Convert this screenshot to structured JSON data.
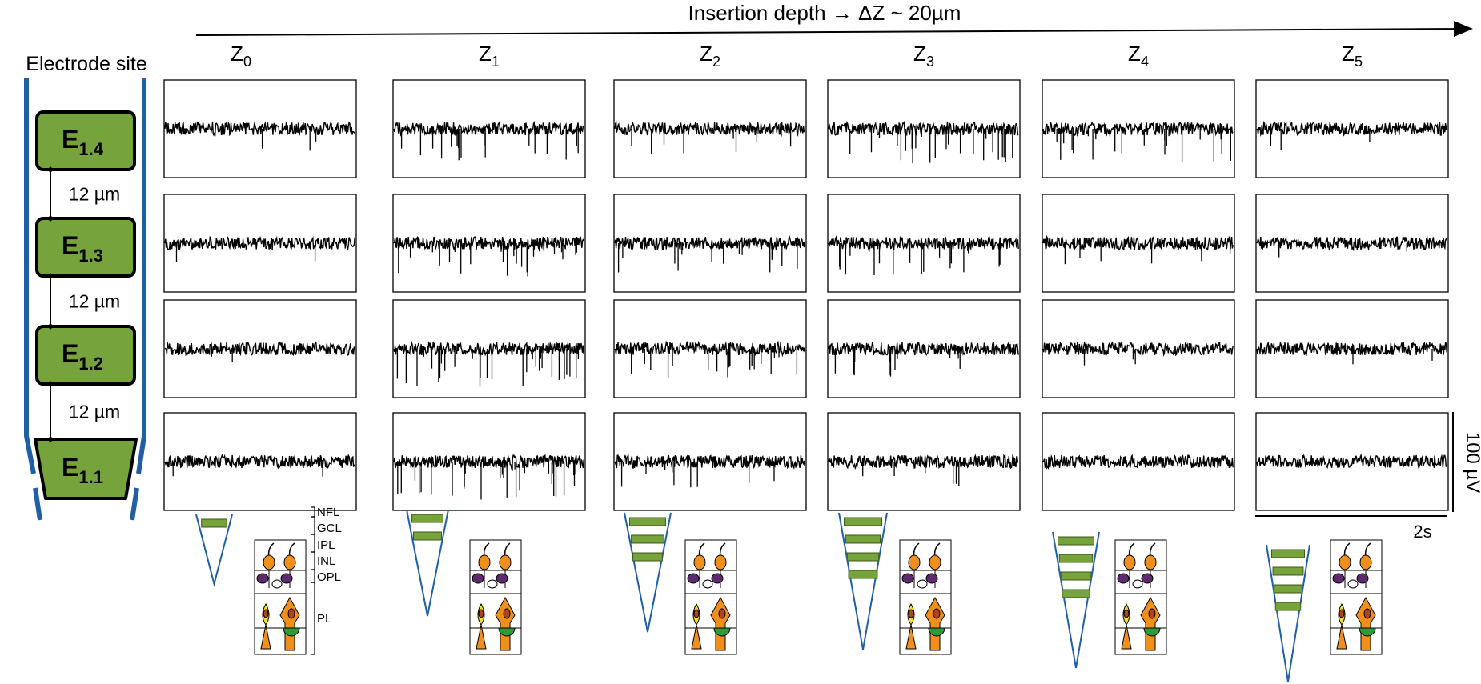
{
  "header": {
    "title": "Insertion depth → ΔZ ~ 20µm"
  },
  "probe": {
    "label": "Electrode site",
    "electrodes": [
      {
        "main": "E",
        "sub": "1.4"
      },
      {
        "main": "E",
        "sub": "1.3"
      },
      {
        "main": "E",
        "sub": "1.2"
      },
      {
        "main": "E",
        "sub": "1.1"
      }
    ],
    "spacing": [
      "12 µm",
      "12 µm",
      "12 µm"
    ],
    "pad_color": "#76a33c",
    "shank_color": "#1f5fa6"
  },
  "depths": [
    {
      "main": "Z",
      "sub": "0"
    },
    {
      "main": "Z",
      "sub": "1"
    },
    {
      "main": "Z",
      "sub": "2"
    },
    {
      "main": "Z",
      "sub": "3"
    },
    {
      "main": "Z",
      "sub": "4"
    },
    {
      "main": "Z",
      "sub": "5"
    }
  ],
  "scalebar": {
    "voltage": "100 µV",
    "time": "2s"
  },
  "retina_layers": [
    "NFL",
    "GCL",
    "IPL",
    "INL",
    "OPL",
    "PL"
  ],
  "inserted_electrodes_per_depth": [
    1,
    2,
    3,
    4,
    4,
    4
  ],
  "colors": {
    "photoreceptor_orange": "#f0901a",
    "bipolar_yellow": "#f4e21c",
    "amacrine_purple": "#5d2a6e",
    "green_soma": "#2e9a3a"
  }
}
